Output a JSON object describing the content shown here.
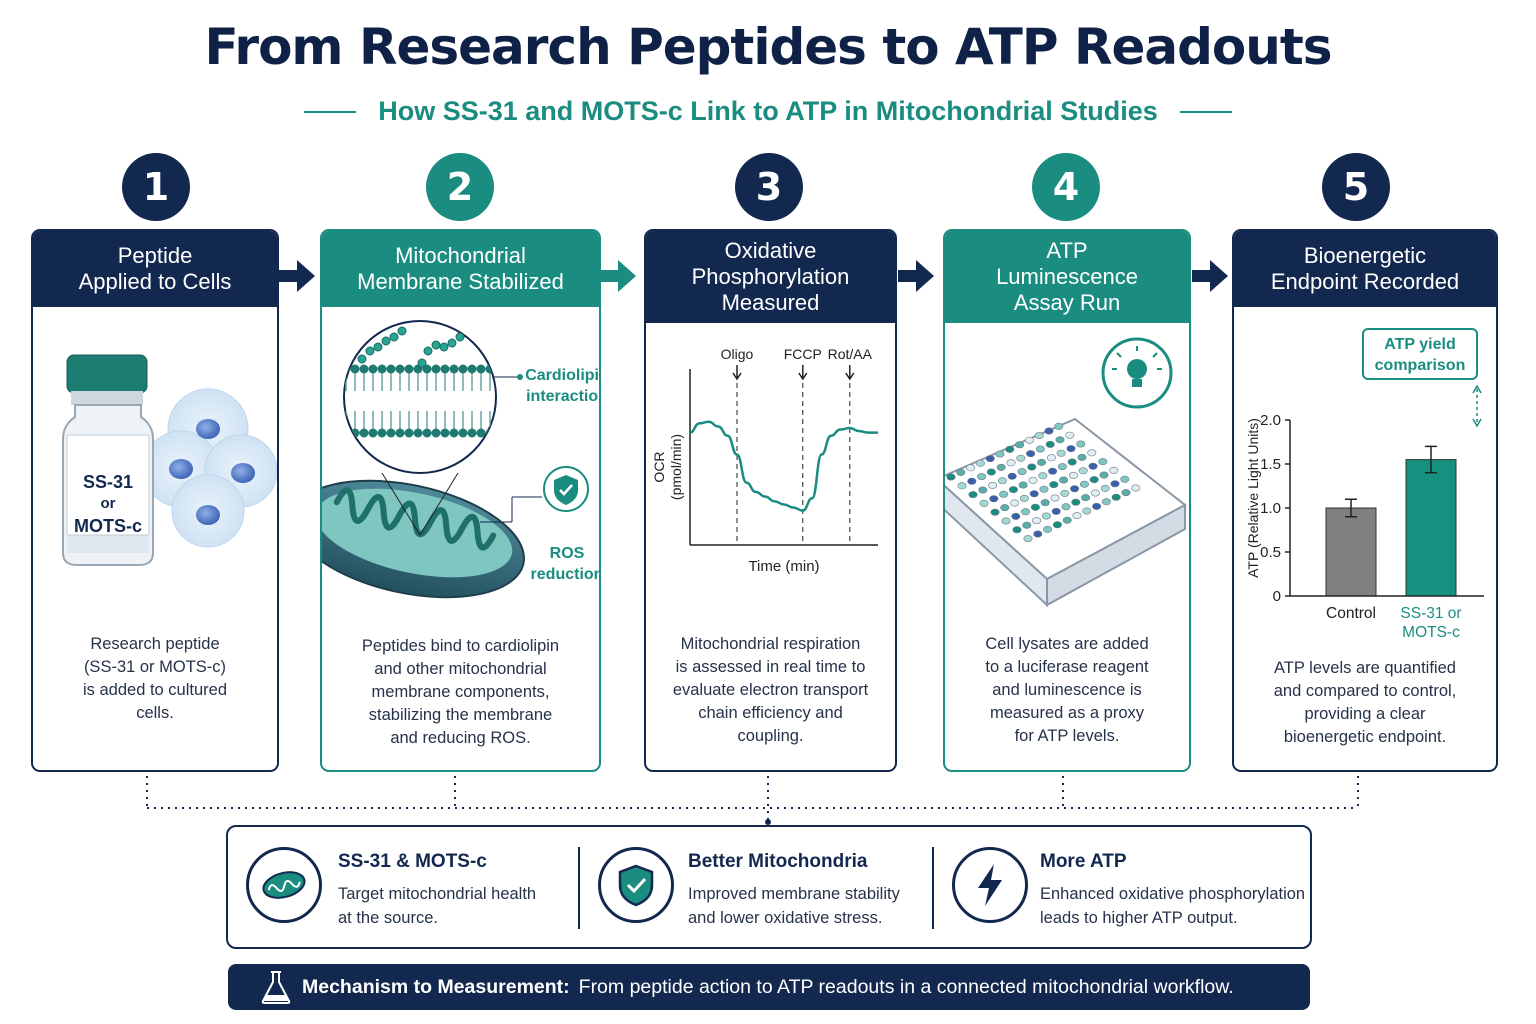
{
  "title": "From Research Peptides to ATP Readouts",
  "subtitle": "How SS-31 and MOTS-c Link to ATP in Mitochondrial Studies",
  "steps": [
    {
      "num": "1",
      "title_line1": "Peptide",
      "title_line2": "Applied to Cells",
      "vial_label": [
        "SS-31",
        "or",
        "MOTS-c"
      ],
      "desc": [
        "Research peptide",
        "(SS-31 or MOTS-c)",
        "is added to cultured",
        "cells."
      ]
    },
    {
      "num": "2",
      "title_line1": "Mitochondrial",
      "title_line2": "Membrane Stabilized",
      "label_cardiolipin": [
        "Cardiolipin",
        "interaction"
      ],
      "label_ros": [
        "ROS",
        "reduction"
      ],
      "desc": [
        "Peptides bind to cardiolipin",
        "and other mitochondrial",
        "membrane components,",
        "stabilizing the membrane",
        "and reducing ROS."
      ]
    },
    {
      "num": "3",
      "title_line1": "Oxidative",
      "title_line2": "Phosphorylation",
      "title_line3": "Measured",
      "desc": [
        "Mitochondrial respiration",
        "is assessed in real time to",
        "evaluate electron transport",
        "chain efficiency and",
        "coupling."
      ]
    },
    {
      "num": "4",
      "title_line1": "ATP",
      "title_line2": "Luminescence",
      "title_line3": "Assay Run",
      "desc": [
        "Cell lysates are added",
        "to a luciferase reagent",
        "and luminescence is",
        "measured as a proxy",
        "for ATP levels."
      ]
    },
    {
      "num": "5",
      "title_line1": "Bioenergetic",
      "title_line2": "Endpoint Recorded",
      "callout": [
        "ATP yield",
        "comparison"
      ],
      "desc": [
        "ATP levels are quantified",
        "and compared to control,",
        "providing a clear",
        "bioenergetic endpoint."
      ]
    }
  ],
  "chart_data": [
    {
      "type": "line",
      "xlabel": "Time (min)",
      "ylabel": [
        "OCR",
        "(pmol/min)"
      ],
      "annotations": [
        {
          "label": "Oligo",
          "x": 2.5
        },
        {
          "label": "FCCP",
          "x": 6.0
        },
        {
          "label": "Rot/AA",
          "x": 8.5
        }
      ],
      "x": [
        0,
        0.5,
        1,
        1.5,
        2,
        2.5,
        3,
        3.5,
        4,
        4.5,
        5,
        5.5,
        6,
        6.5,
        7,
        7.5,
        8,
        8.5,
        9,
        9.5,
        10
      ],
      "y": [
        0.72,
        0.78,
        0.79,
        0.76,
        0.7,
        0.58,
        0.4,
        0.34,
        0.31,
        0.28,
        0.26,
        0.24,
        0.22,
        0.3,
        0.58,
        0.7,
        0.74,
        0.75,
        0.73,
        0.72,
        0.72
      ],
      "xlim": [
        0,
        10
      ],
      "ylim": [
        0,
        1
      ]
    },
    {
      "type": "bar",
      "categories": [
        "Control",
        "SS-31 or MOTS-c"
      ],
      "values": [
        1.0,
        1.55
      ],
      "errors": [
        0.1,
        0.15
      ],
      "ylabel": "ATP (Relative Light Units)",
      "yticks": [
        "0",
        "0.5",
        "1.0",
        "1.5",
        "2.0"
      ],
      "ylim": [
        0,
        2.0
      ]
    }
  ],
  "summary": [
    {
      "title": "SS-31 & MOTS-c",
      "lines": [
        "Target mitochondrial health",
        "at the source."
      ],
      "icon": "mitochondria-icon"
    },
    {
      "title": "Better Mitochondria",
      "lines": [
        "Improved membrane stability",
        "and lower oxidative stress."
      ],
      "icon": "shield-check-icon"
    },
    {
      "title": "More ATP",
      "lines": [
        "Enhanced oxidative phosphorylation",
        "leads to higher ATP output."
      ],
      "icon": "lightning-icon"
    }
  ],
  "banner": {
    "bold": "Mechanism to Measurement:",
    "text": "From peptide action to ATP readouts in a connected mitochondrial workflow.",
    "icon": "flask-icon"
  },
  "colors": {
    "navy": "#13284f",
    "teal": "#1a8c80",
    "control_bar": "#808080",
    "treated_bar": "#16917f"
  }
}
